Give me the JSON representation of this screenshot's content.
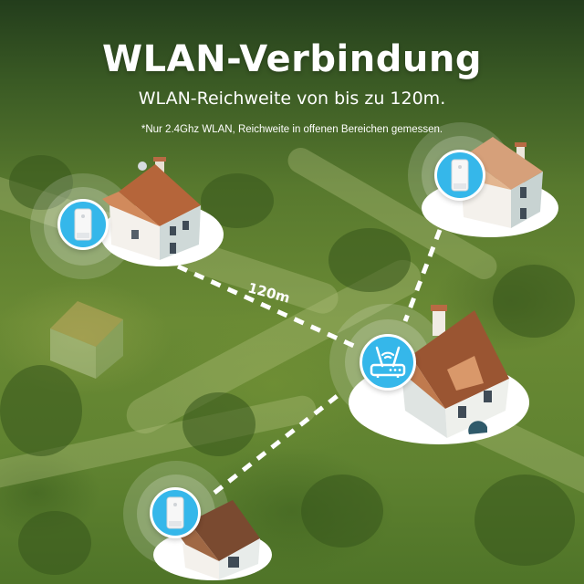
{
  "header": {
    "title": "WLAN-Verbindung",
    "subtitle": "WLAN-Reichweite von bis zu 120m.",
    "footnote": "*Nur 2.4Ghz WLAN, Reichweite in offenen Bereichen gemessen."
  },
  "diagram": {
    "distance_label": "120m",
    "colors": {
      "badge": "#35b7ea",
      "line": "#ffffff",
      "roof": "#b5653a",
      "grass": "#6a8a34"
    },
    "nodes": [
      {
        "id": "repeater-top-left",
        "device": "repeater-plug-icon"
      },
      {
        "id": "repeater-top-right",
        "device": "repeater-plug-icon"
      },
      {
        "id": "router-center",
        "device": "wifi-router-icon"
      },
      {
        "id": "repeater-bottom-left",
        "device": "repeater-plug-icon"
      }
    ]
  }
}
